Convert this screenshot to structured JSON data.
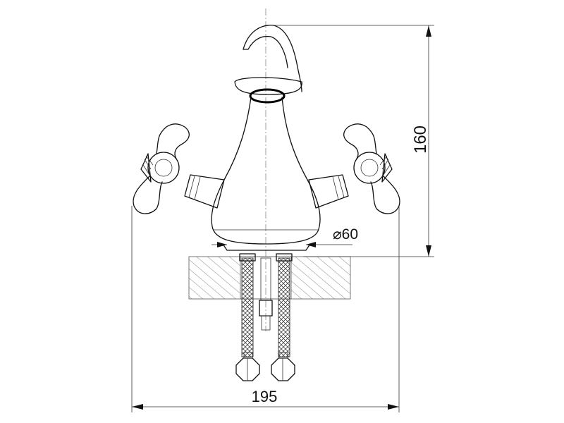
{
  "dimensions": {
    "height_label": "160",
    "width_label": "195",
    "diameter_label": "⌀60"
  },
  "colors": {
    "line": "#111111",
    "hatch": "#555555",
    "background": "#ffffff"
  }
}
